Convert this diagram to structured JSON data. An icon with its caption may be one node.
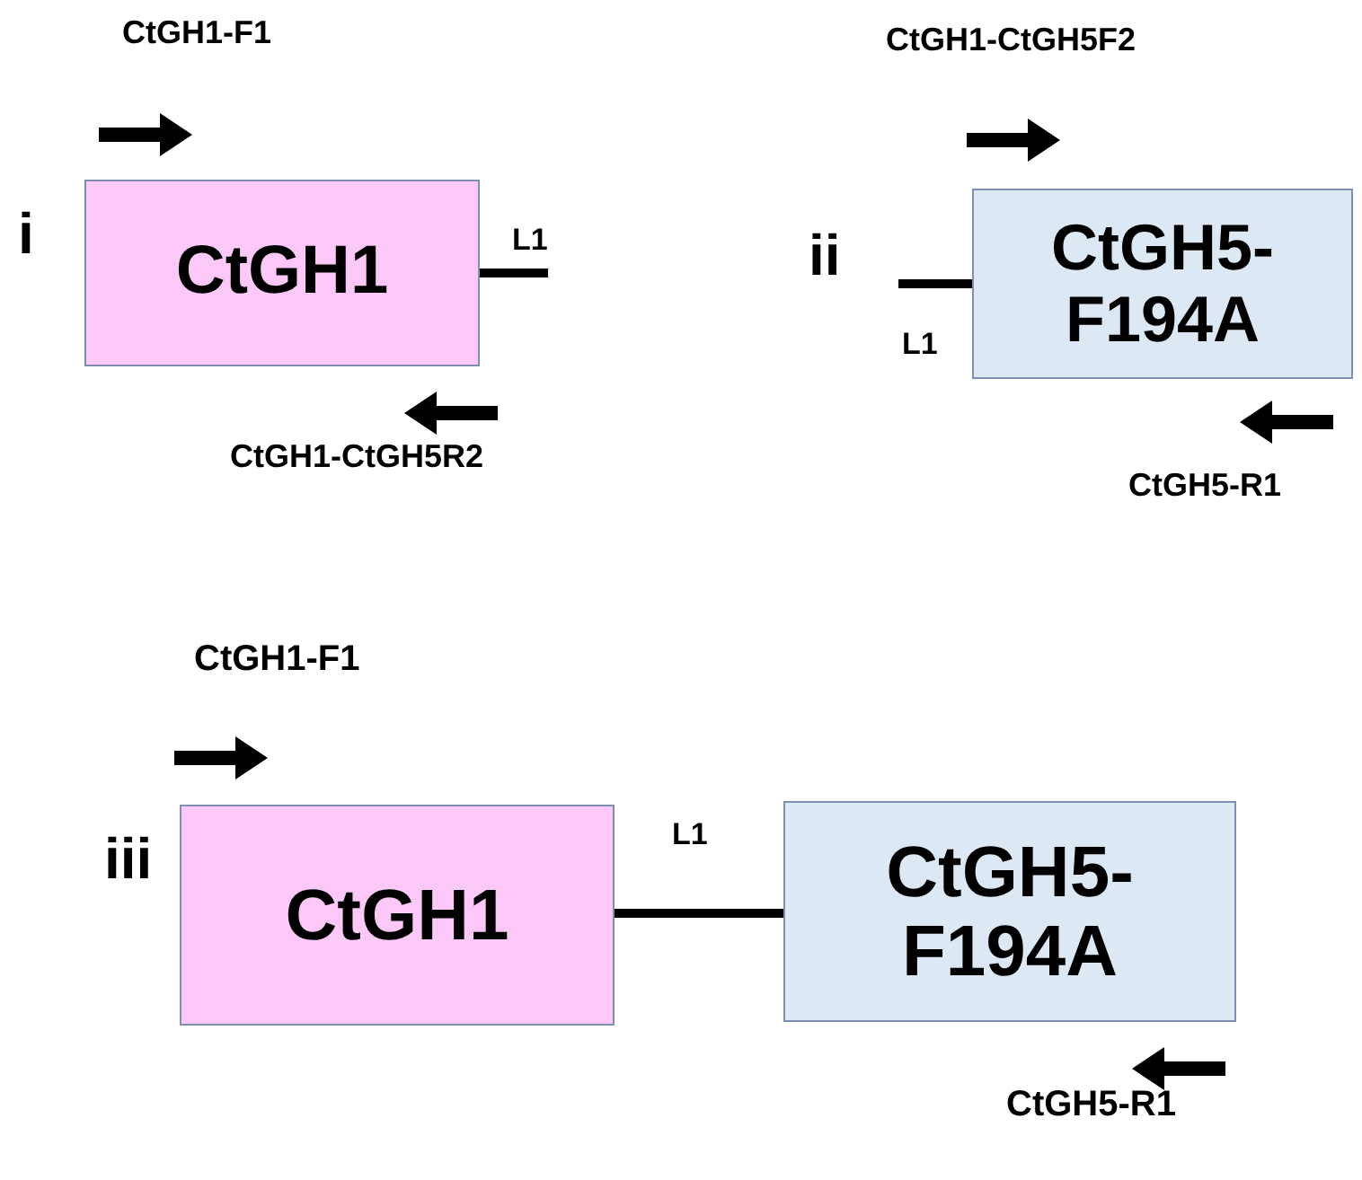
{
  "diagram": {
    "nodes": [
      {
        "text": [
          "CtGH1"
        ]
      },
      {
        "text": [
          "CtGH5- F194A"
        ]
      },
      {
        "text": [
          "CtGH1"
        ]
      },
      {
        "text": [
          "CtGH5- F194A"
        ]
      }
    ],
    "edges": [
      {
        "from": 0,
        "to": null,
        "arrow": "none",
        "label": "L1"
      },
      {
        "from": 1,
        "to": null,
        "arrow": "none",
        "label": "L1"
      },
      {
        "from": 2,
        "to": 3,
        "arrow": "none",
        "label": "L1"
      }
    ],
    "labels": [
      "CtGH1-F1",
      "i",
      "CtGH1-CtGH5R2",
      "CtGH1-CtGH5F2",
      "ii",
      "CtGH5-R1",
      "CtGH1-F1",
      "iii",
      "CtGH5-R1"
    ]
  }
}
